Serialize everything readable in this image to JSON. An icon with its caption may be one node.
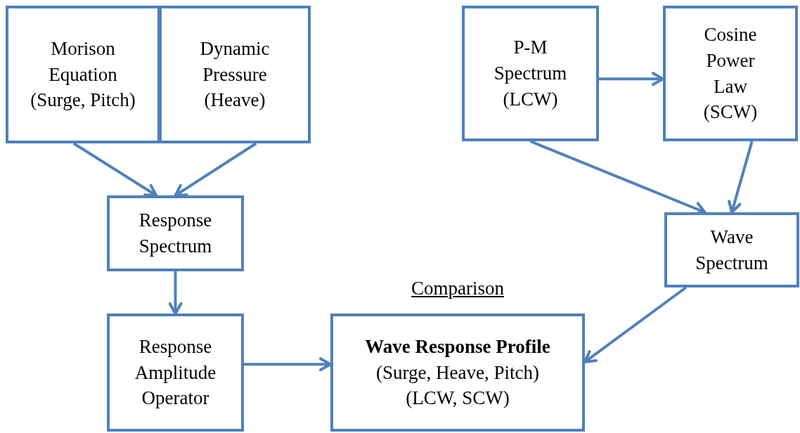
{
  "diagram": {
    "nodes": [
      {
        "text": [
          "Morison Equation (Surge, Pitch)"
        ]
      },
      {
        "text": [
          "Dynamic Pressure (Heave)"
        ]
      },
      {
        "text": [
          "P-M Spectrum (LCW)"
        ]
      },
      {
        "text": [
          "Cosine Power Law (SCW)"
        ]
      },
      {
        "text": [
          "Response Spectrum"
        ]
      },
      {
        "text": [
          "Wave Spectrum"
        ]
      },
      {
        "text": [
          "Response Amplitude Operator"
        ]
      },
      {
        "text": [
          "Wave Response Profile",
          "(Surge, Heave, Pitch) (LCW, SCW)"
        ],
        "beside": [
          "Comparison"
        ]
      }
    ],
    "edges": [
      {
        "from": 0,
        "to": 4,
        "arrow": "to"
      },
      {
        "from": 1,
        "to": 4,
        "arrow": "to"
      },
      {
        "from": 2,
        "to": 3,
        "arrow": "to"
      },
      {
        "from": 2,
        "to": 5,
        "arrow": "to"
      },
      {
        "from": 3,
        "to": 5,
        "arrow": "to"
      },
      {
        "from": 4,
        "to": 6,
        "arrow": "to"
      },
      {
        "from": 6,
        "to": 7,
        "arrow": "to"
      },
      {
        "from": 5,
        "to": 7,
        "arrow": "to"
      }
    ]
  }
}
